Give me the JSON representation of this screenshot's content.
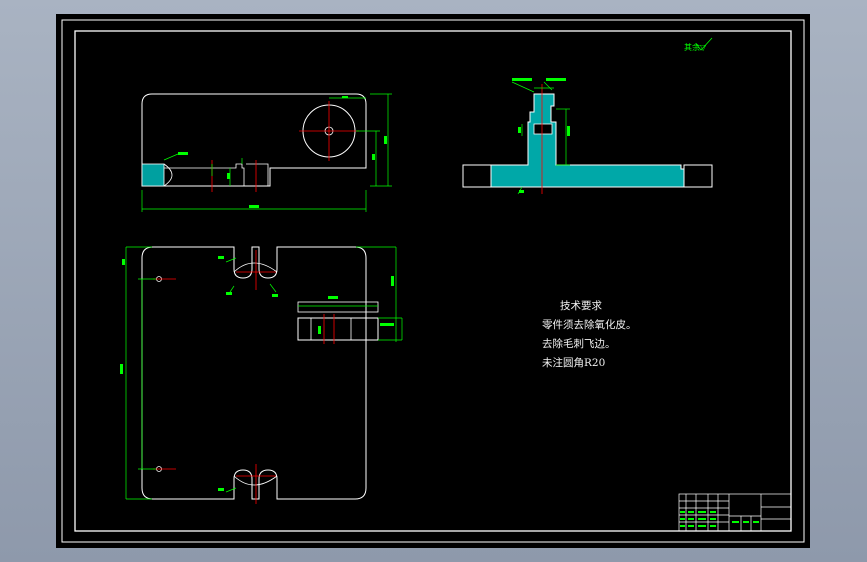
{
  "roughness_note": "其余▽",
  "tech_requirements": {
    "title": "技术要求",
    "lines": [
      "零件须去除氧化皮。",
      "去除毛刺飞边。",
      "未注圆角R20"
    ]
  },
  "colors": {
    "background": "#000000",
    "outline": "#ffffff",
    "dimension": "#00ff00",
    "centerline": "#ff0000",
    "hatch": "#00b4b4"
  }
}
